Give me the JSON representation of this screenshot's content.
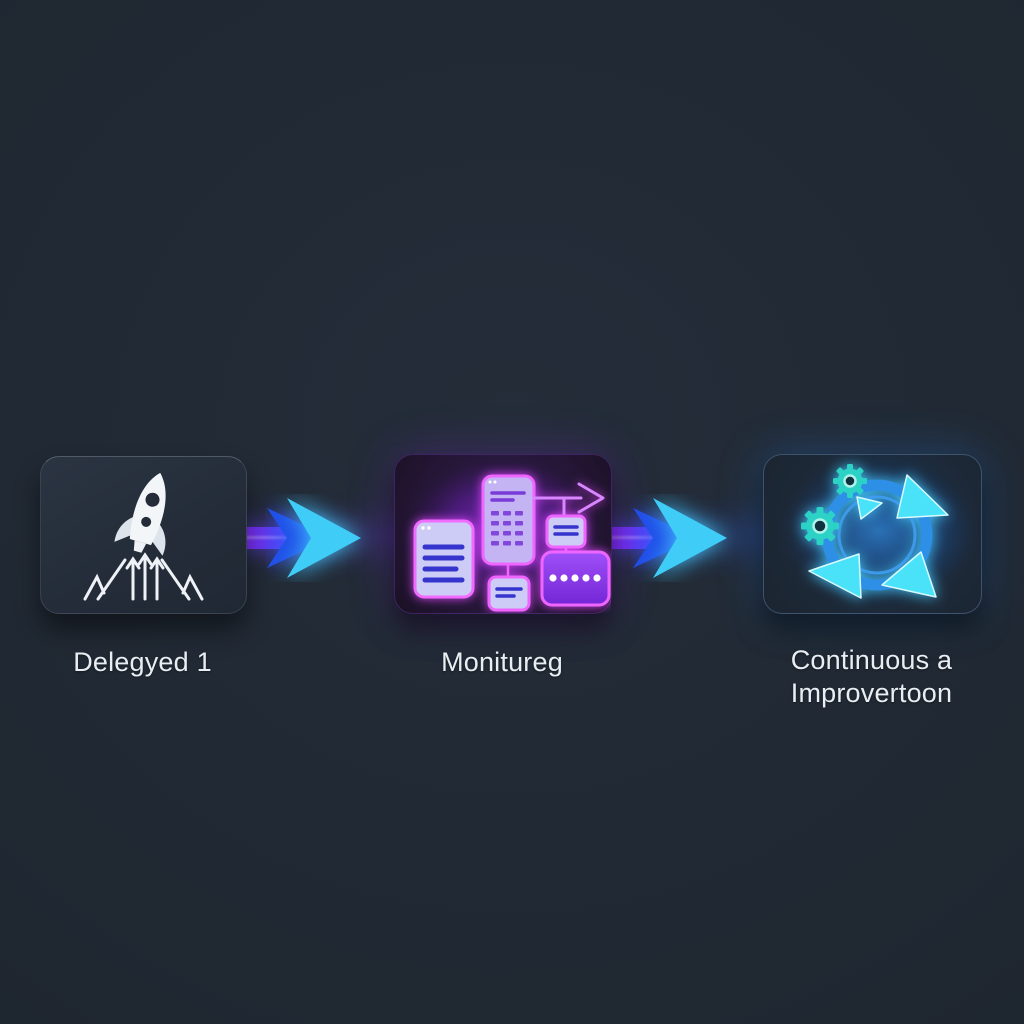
{
  "diagram": {
    "background_color": "#1f2731",
    "text_color": "#e9eef3",
    "steps": [
      {
        "name": "deployment",
        "label": "Delegyed 1",
        "icon": "rocket-launch-icon",
        "card_color": "#28313f",
        "icon_color": "#f3f6f9"
      },
      {
        "name": "monitoring",
        "label": "Monitureg",
        "icon": "documents-workflow-icon",
        "glow_color": "#a82bf5",
        "panel_fill": "#ccccf6",
        "line_color": "#3534cc"
      },
      {
        "name": "continuous-improvement",
        "label": "Continuous a",
        "label2": "Improvertoon",
        "icon": "cycle-arrows-gears-icon",
        "glow_color": "#2fa8f5",
        "ring_color": "#2e8fe6",
        "triangle_color": "#49e2f8",
        "gear_color": "#2bd2c5"
      }
    ],
    "connectors": [
      {
        "from": "deployment",
        "to": "monitoring",
        "style": "gradient-bar-chevron",
        "bar_colors": [
          "#8227f0",
          "#2c5cf2"
        ],
        "head_color": "#3fcdf8"
      },
      {
        "from": "monitoring",
        "to": "continuous-improvement",
        "style": "gradient-bar-chevron",
        "bar_colors": [
          "#8227f0",
          "#2c5cf2"
        ],
        "head_color": "#3fcdf8"
      }
    ]
  }
}
